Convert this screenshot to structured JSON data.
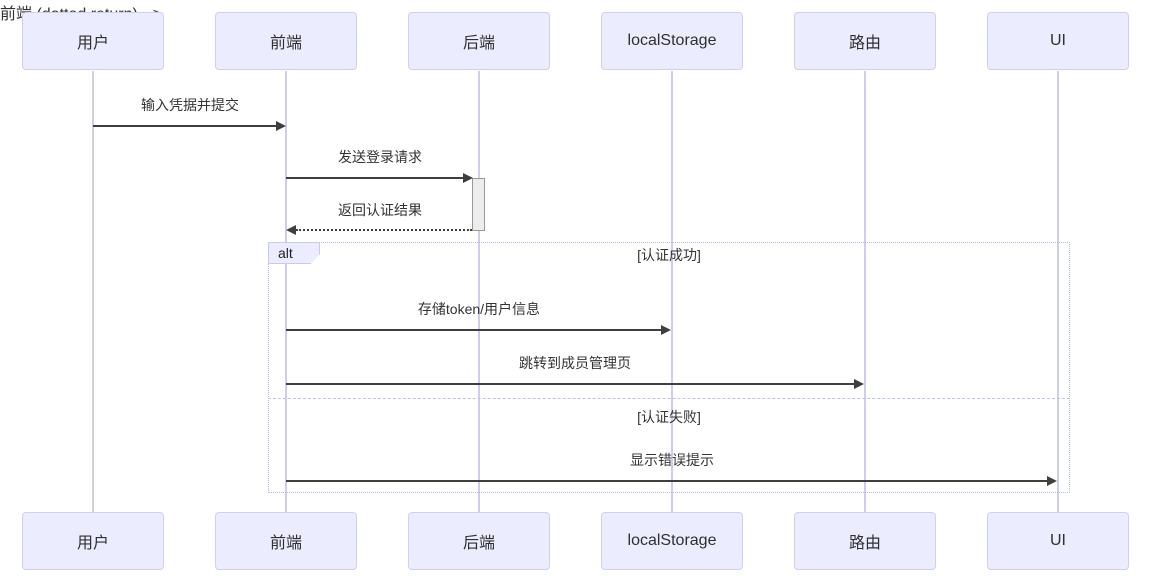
{
  "diagram": {
    "kind": "sequence-diagram",
    "participants": [
      {
        "id": "user",
        "label": "用户"
      },
      {
        "id": "frontend",
        "label": "前端"
      },
      {
        "id": "backend",
        "label": "后端"
      },
      {
        "id": "localstorage",
        "label": "localStorage"
      },
      {
        "id": "router",
        "label": "路由"
      },
      {
        "id": "ui",
        "label": "UI"
      }
    ],
    "messages": [
      {
        "from": "用户",
        "to": "前端",
        "label": "输入凭据并提交",
        "line": "solid"
      },
      {
        "from": "前端",
        "to": "后端",
        "label": "发送登录请求",
        "line": "solid"
      },
      {
        "from": "后端",
        "to": "前端",
        "label": "返回认证结果",
        "line": "dotted"
      },
      {
        "from": "前端",
        "to": "localStorage",
        "label": "存储token/用户信息",
        "line": "solid"
      },
      {
        "from": "前端",
        "to": "路由",
        "label": "跳转到成员管理页",
        "line": "solid"
      },
      {
        "from": "前端",
        "to": "UI",
        "label": "显示错误提示",
        "line": "solid"
      }
    ],
    "alt_frame": {
      "label": "alt",
      "branches": [
        {
          "condition": "[认证成功]"
        },
        {
          "condition": "[认证失败]"
        }
      ]
    },
    "colors": {
      "actor_fill": "#ECECFF",
      "actor_border": "#CFCFF2",
      "lifeline": "#CDCDEF",
      "frame_border": "#B9B9E6",
      "arrow": "#3F3F3F",
      "activation_fill": "#EDEDED",
      "activation_border": "#999999",
      "text": "#333333",
      "background": "#FFFFFF"
    }
  }
}
